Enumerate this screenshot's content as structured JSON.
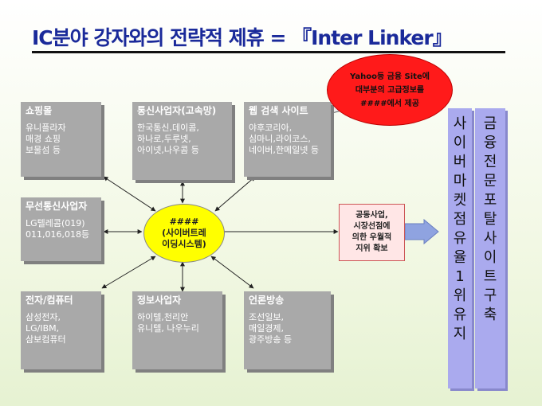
{
  "title": "IC분야 강자와의 전략적 제휴 = 『Inter Linker』",
  "boxes": {
    "shopping": {
      "title": "쇼핑몰",
      "lines": [
        "유니플라자",
        "매경 쇼핑",
        "보물섬 등"
      ]
    },
    "telecom": {
      "title": "통신사업자(고속망)",
      "lines": [
        "한국통신,데이콤,",
        "하나로,두루넷,",
        "아이넷,나우콤 등"
      ]
    },
    "web_search": {
      "title": "웹 검색 사이트",
      "lines": [
        "야후코리아,",
        "심마니,라이코스,",
        "네이버,한메일넷 등"
      ]
    },
    "wireless": {
      "title": "무선통신사업자",
      "lines": [
        "LG텔레콤(019)",
        "011,016,018등"
      ]
    },
    "electronics": {
      "title": "전자/컴퓨터",
      "lines": [
        "삼성전자,",
        "LG/IBM,",
        "삼보컴퓨터"
      ]
    },
    "info": {
      "title": "정보사업자",
      "lines": [
        "하이텔,천리안",
        "유니텔, 나우누리"
      ]
    },
    "media": {
      "title": "언론방송",
      "lines": [
        "조선일보,",
        "매일경제,",
        "광주방송 등"
      ]
    }
  },
  "center": {
    "lines": [
      "####",
      "(사이버트레",
      "이딩시스템)"
    ]
  },
  "callout": {
    "lines": [
      "Yahoo등 금융 Site에",
      "대부분의 고급정보를",
      "####에서 제공"
    ]
  },
  "joint": {
    "lines": [
      "공동사업,",
      "시장선점에",
      "의한 우월적",
      "지위 확보"
    ]
  },
  "columns": {
    "left": {
      "chars": [
        "사",
        "이",
        "버",
        "마",
        "켓",
        "점",
        "유",
        "율",
        "1",
        "위",
        "유",
        "지"
      ]
    },
    "right": {
      "chars": [
        "금",
        "융",
        "전",
        "문",
        "포",
        "탈",
        "사",
        "이",
        "트",
        "구",
        "축"
      ]
    }
  },
  "colors": {
    "title": "#1a2a9a",
    "box": "#a9a9a9",
    "center": "#ffff00",
    "callout": "#ff1a1a",
    "column": "#aaaaee",
    "arrow": "#8fa3e0"
  }
}
